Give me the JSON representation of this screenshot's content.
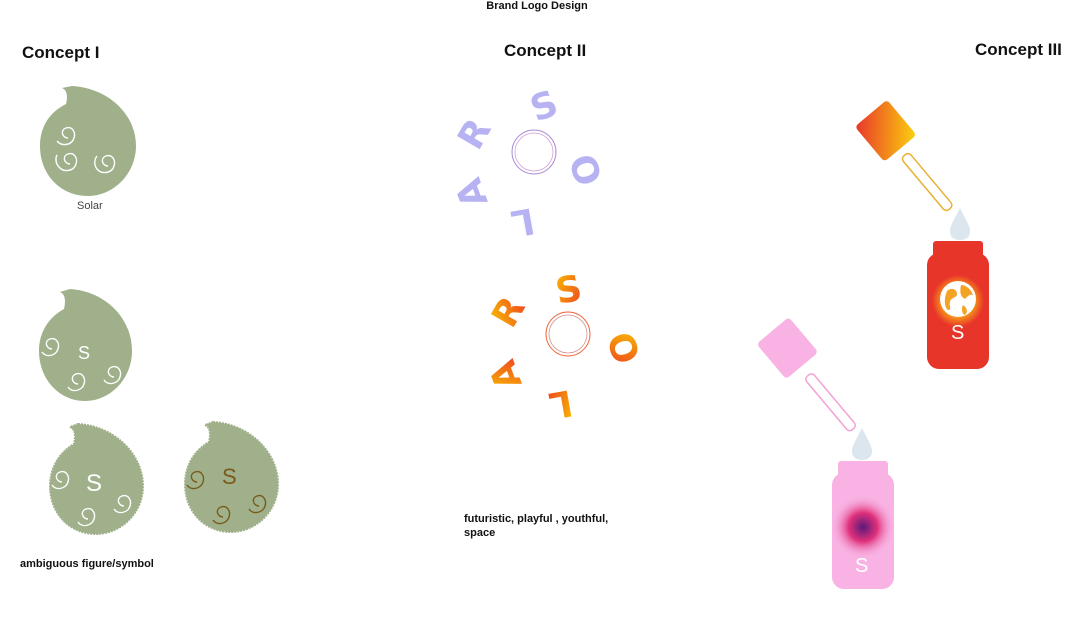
{
  "board": {
    "title": "Brand Logo Design"
  },
  "concept1": {
    "title": "Concept I",
    "logo_label": "Solar",
    "letter": "S",
    "caption": "ambiguous figure/symbol",
    "colors": {
      "green": "#9fb08a",
      "white": "#ffffff",
      "brown": "#7a5a1a"
    }
  },
  "concept2": {
    "title": "Concept II",
    "letters": [
      "S",
      "O",
      "L",
      "A",
      "R"
    ],
    "caption_line1": "futuristic, playful , youthful,",
    "caption_line2": "space",
    "colors": {
      "lavender": "#b7b3f2",
      "ring": "#a98fd6",
      "orange_start": "#f9c400",
      "orange_end": "#ee3a22"
    }
  },
  "concept3": {
    "title": "Concept III",
    "letter": "S",
    "colors": {
      "red": "#e8352a",
      "yellow": "#fbd20d",
      "pink": "#f8b2e3",
      "purple": "#5a1a7a",
      "drop": "#dce6ee"
    }
  }
}
